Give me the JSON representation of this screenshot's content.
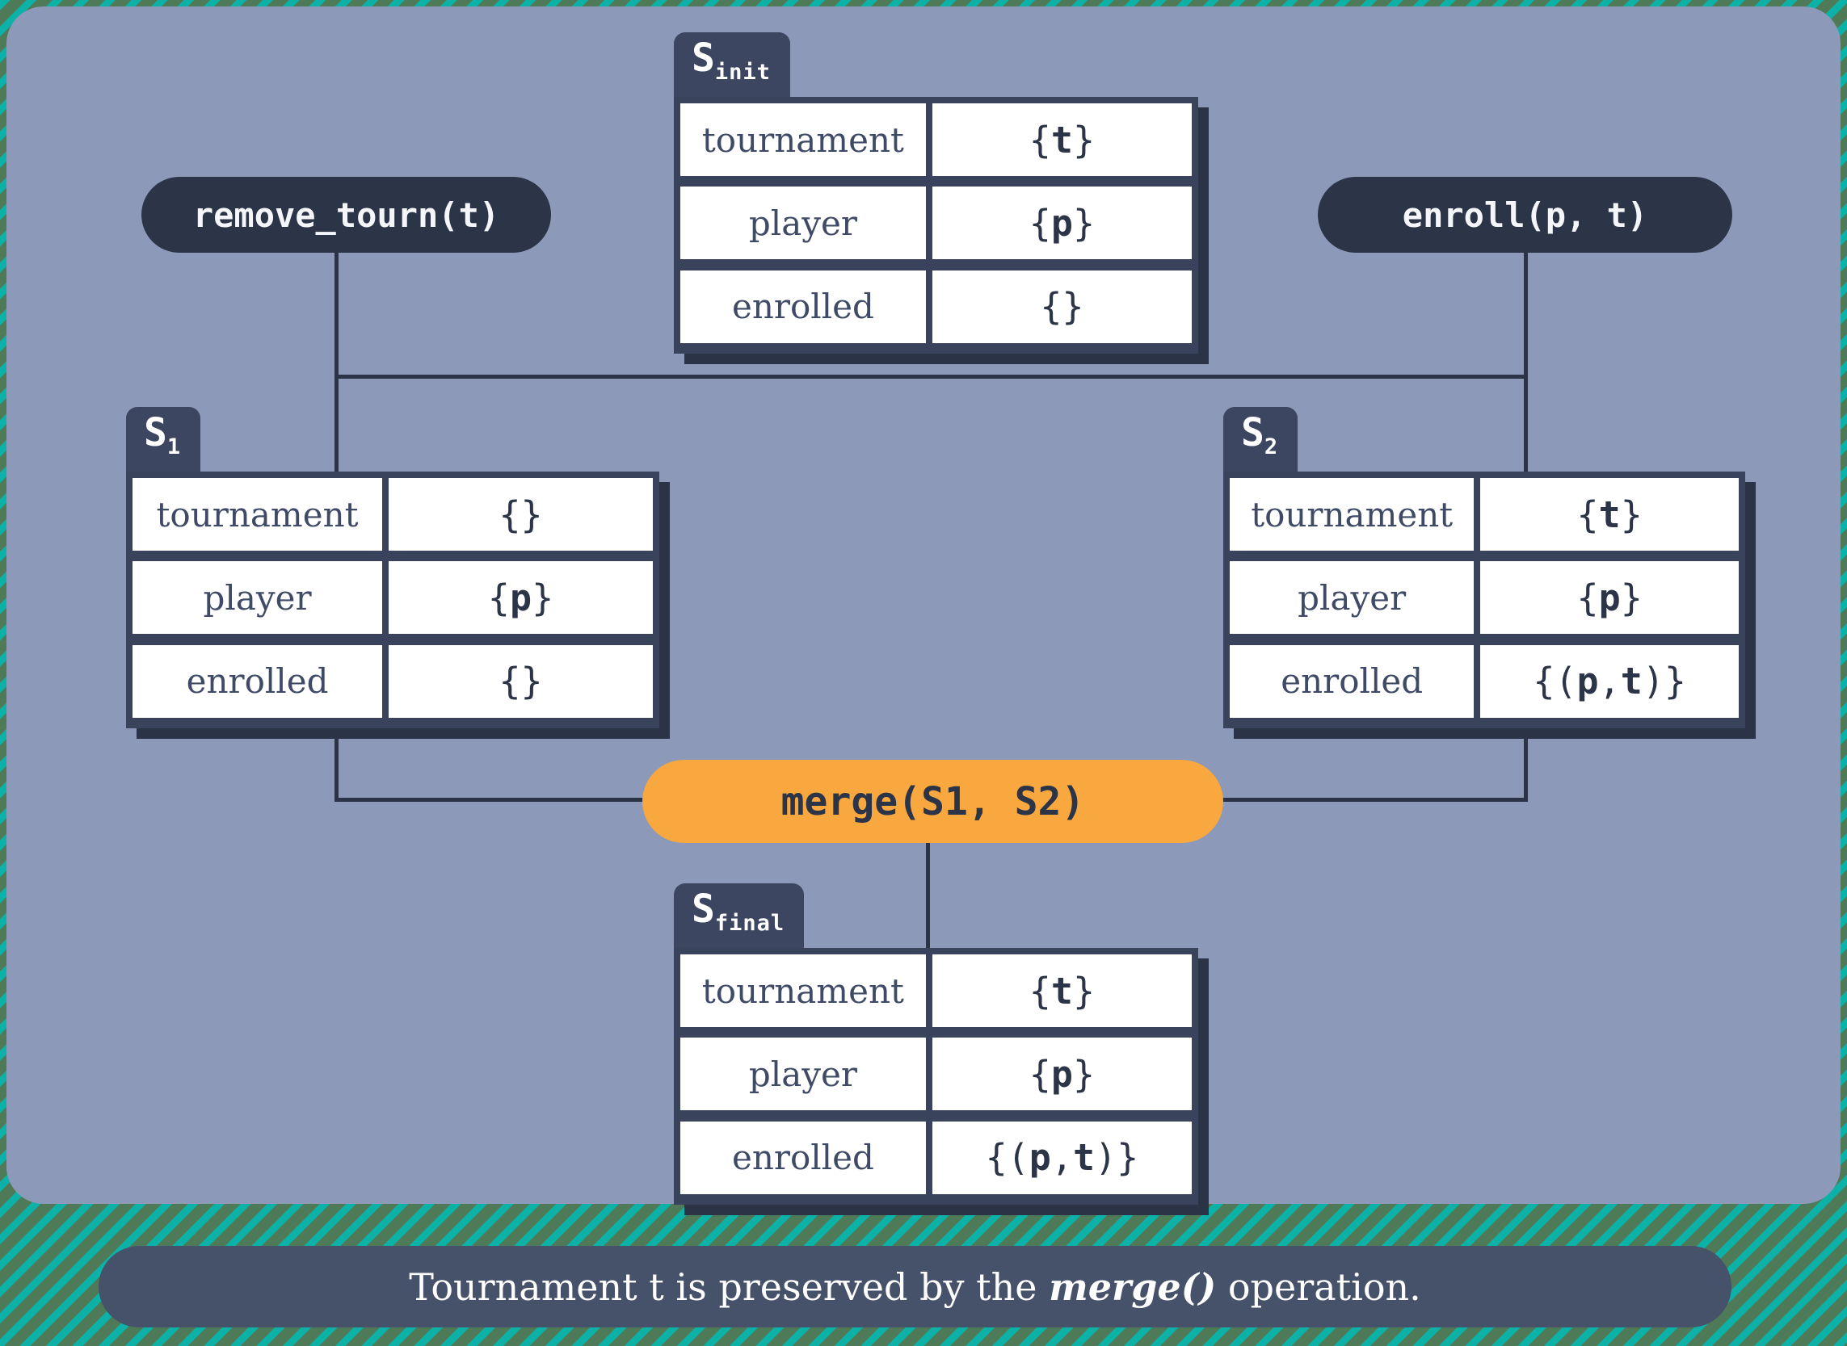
{
  "colors": {
    "background_green": "#4e7a58",
    "stripe_teal": "#0cb2a8",
    "panel_blue": "#8c99b9",
    "node_dark": "#2c3447",
    "tab_dark": "#3d4660",
    "table_frame": "#39435c",
    "caption_bar": "#46516a",
    "accent_orange": "#f8a83e",
    "cell_white": "#ffffff",
    "label_text": "#3e4a66"
  },
  "operations": {
    "remove_tourn": {
      "label": "remove_tourn(t)"
    },
    "enroll": {
      "label": "enroll(p, t)"
    },
    "merge": {
      "label": "merge(S1, S2)"
    }
  },
  "states": [
    {
      "tab_main": "S",
      "tab_sub": "init",
      "rows": [
        {
          "key": "tournament",
          "value": "{t}"
        },
        {
          "key": "player",
          "value": "{p}"
        },
        {
          "key": "enrolled",
          "value": "{}"
        }
      ]
    },
    {
      "tab_main": "S",
      "tab_sub": "1",
      "rows": [
        {
          "key": "tournament",
          "value": "{}"
        },
        {
          "key": "player",
          "value": "{p}"
        },
        {
          "key": "enrolled",
          "value": "{}"
        }
      ]
    },
    {
      "tab_main": "S",
      "tab_sub": "2",
      "rows": [
        {
          "key": "tournament",
          "value": "{t}"
        },
        {
          "key": "player",
          "value": "{p}"
        },
        {
          "key": "enrolled",
          "value": "{(p, t)}"
        }
      ]
    },
    {
      "tab_main": "S",
      "tab_sub": "final",
      "rows": [
        {
          "key": "tournament",
          "value": "{t}"
        },
        {
          "key": "player",
          "value": "{p}"
        },
        {
          "key": "enrolled",
          "value": "{(p, t)}"
        }
      ]
    }
  ],
  "caption": {
    "prefix": "Tournament t is preserved by the ",
    "highlight": "merge()",
    "suffix": " operation."
  }
}
